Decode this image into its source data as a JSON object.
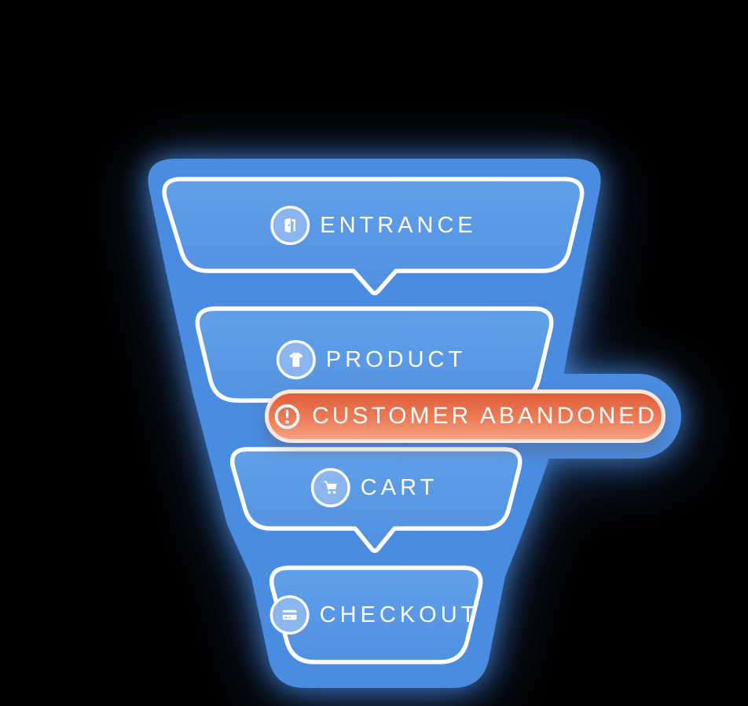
{
  "illustration": {
    "title": "conversion-funnel-diagram",
    "background_color": "#000000",
    "colors": {
      "funnel_body": "#4a8ce0",
      "stage_fill_top": "#61a0e8",
      "stage_fill_bottom": "#5190e2",
      "stage_border": "#ffffff",
      "icon_circle_fill": "#8ab5ee",
      "badge_fill_top": "#e05e3a",
      "badge_fill_bottom": "#f4a183",
      "badge_border": "#ffe8d9",
      "label_text": "#ffffff",
      "glow": "#4c8ce0"
    },
    "stages": [
      {
        "label": "ENTRANCE",
        "icon": "door-open-icon"
      },
      {
        "label": "PRODUCT",
        "icon": "tshirt-icon"
      },
      {
        "label": "CART",
        "icon": "shopping-cart-icon"
      },
      {
        "label": "CHECKOUT",
        "icon": "credit-card-icon"
      }
    ],
    "badge": {
      "label": "CUSTOMER ABANDONED",
      "icon": "alert-icon"
    }
  }
}
